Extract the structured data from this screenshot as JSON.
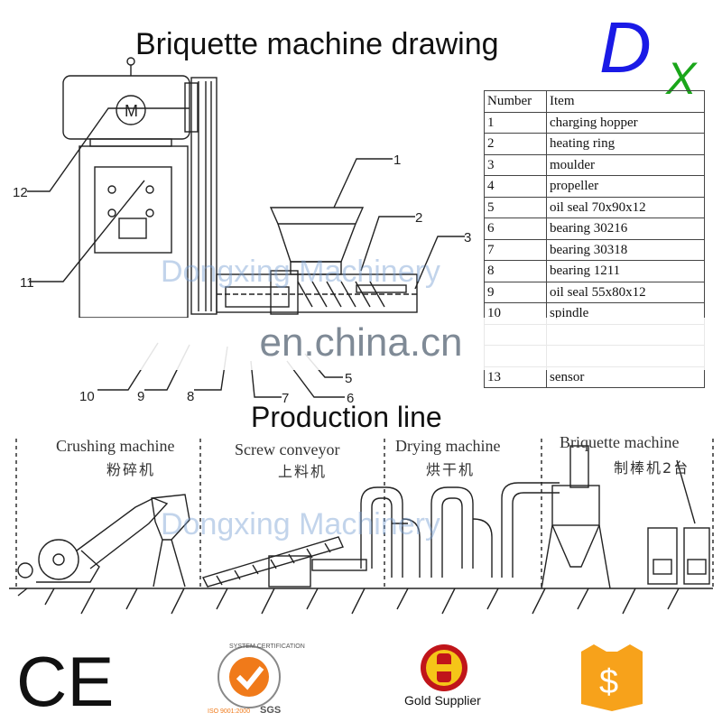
{
  "header": {
    "title": "Briquette machine drawing",
    "logo_text": "DX"
  },
  "drawing": {
    "motor_symbol": "M",
    "callouts": [
      "1",
      "2",
      "3",
      "5",
      "6",
      "7",
      "8",
      "9",
      "10",
      "11",
      "12"
    ]
  },
  "parts_table": {
    "columns": [
      "Number",
      "Item"
    ],
    "rows": [
      [
        "1",
        "charging hopper"
      ],
      [
        "2",
        "heating ring"
      ],
      [
        "3",
        "moulder"
      ],
      [
        "4",
        "propeller"
      ],
      [
        "5",
        "oil seal 70x90x12"
      ],
      [
        "6",
        "bearing 30216"
      ],
      [
        "7",
        "bearing 30318"
      ],
      [
        "8",
        "bearing 1211"
      ],
      [
        "9",
        "oil seal 55x80x12"
      ],
      [
        "10",
        "spindle"
      ],
      [
        "",
        ""
      ],
      [
        "",
        ""
      ],
      [
        "13",
        "sensor"
      ]
    ]
  },
  "production_line": {
    "title": "Production line",
    "stages": [
      {
        "name": "Crushing machine",
        "name_zh": "粉碎机"
      },
      {
        "name": "Screw conveyor",
        "name_zh": "上料机"
      },
      {
        "name": "Drying machine",
        "name_zh": "烘干机"
      },
      {
        "name": "Briquette  machine",
        "name_zh": "制棒机2台"
      }
    ]
  },
  "watermark": {
    "band_text": "en.china.cn",
    "brand_text": "Dongxing Machinery"
  },
  "badges": {
    "ce": "CE",
    "sgs_ring": "SYSTEM CERTIFICATION",
    "sgs_iso": "ISO 9001:2000",
    "sgs_label": "SGS",
    "gold_supplier": "Gold Supplier",
    "dollar": "$"
  },
  "colors": {
    "logo_blue": "#1a1ae6",
    "logo_green": "#1aa61a",
    "sgs_orange": "#f07a1a",
    "gold_red": "#c0151a",
    "gold_yellow": "#f5c518",
    "dollar_orange": "#f7a21b",
    "watermark_blue": "#78a0d2"
  }
}
